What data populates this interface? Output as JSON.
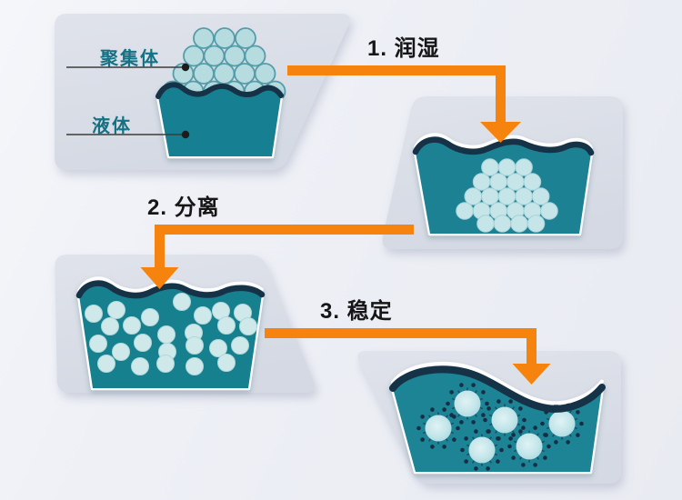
{
  "diagram": {
    "type": "process-flow",
    "topic": "particle dispersion in liquid",
    "background_color": "#eef0f6"
  },
  "steps": [
    {
      "label": "1. 润湿",
      "arrow_icon": "elbow-right-down-arrow"
    },
    {
      "label": "2. 分离",
      "arrow_icon": "elbow-left-down-arrow"
    },
    {
      "label": "3. 稳定",
      "arrow_icon": "elbow-right-down-arrow"
    }
  ],
  "annotations": [
    {
      "label": "聚集体",
      "pointer": "leader-line-dot",
      "target": "particle-cluster"
    },
    {
      "label": "液体",
      "pointer": "leader-line-dot",
      "target": "liquid-body"
    }
  ],
  "stages": [
    {
      "name": "aggregate-on-surface",
      "particle_state": "clustered above liquid",
      "particle_count": 18
    },
    {
      "name": "wetted",
      "particle_state": "clustered inside liquid",
      "particle_count": 22
    },
    {
      "name": "separated",
      "particle_state": "dispersed in liquid",
      "particle_count": 25
    },
    {
      "name": "stabilized",
      "particle_state": "coated particles in liquid",
      "particle_count": 6
    }
  ],
  "colors": {
    "accent_orange": "#f5830d",
    "liquid_teal": "#187f91",
    "wave_navy": "#133047",
    "particle_light_teal": "#b7dce0",
    "particle_pale": "#cfe9ea",
    "panel_gray": "#d9dde6",
    "label_teal": "#157184",
    "text_dark": "#161616",
    "outline_white": "#ffffff"
  }
}
